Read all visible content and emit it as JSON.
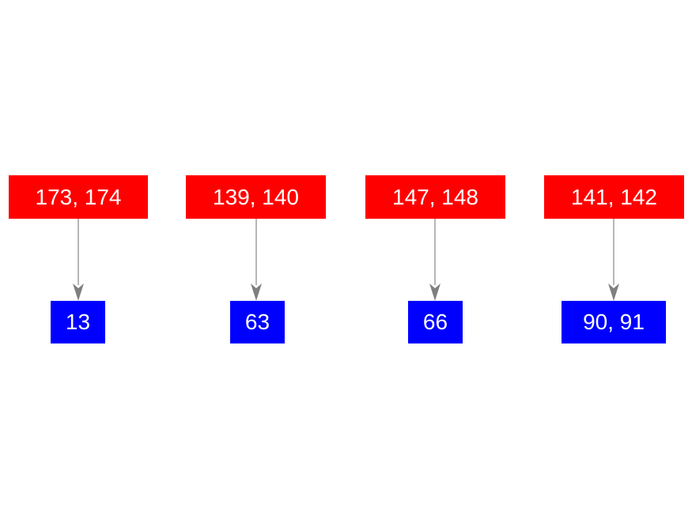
{
  "diagram": {
    "type": "graph",
    "background_color": "#ffffff",
    "node_text_color": "#ffffff",
    "source_node_color": "#ff0000",
    "target_node_color": "#0000ff",
    "edge_color": "#848484",
    "pairs": [
      {
        "source": "173, 174",
        "target": "13"
      },
      {
        "source": "139, 140",
        "target": "63"
      },
      {
        "source": "147, 148",
        "target": "66"
      },
      {
        "source": "141, 142",
        "target": "90, 91"
      }
    ]
  }
}
